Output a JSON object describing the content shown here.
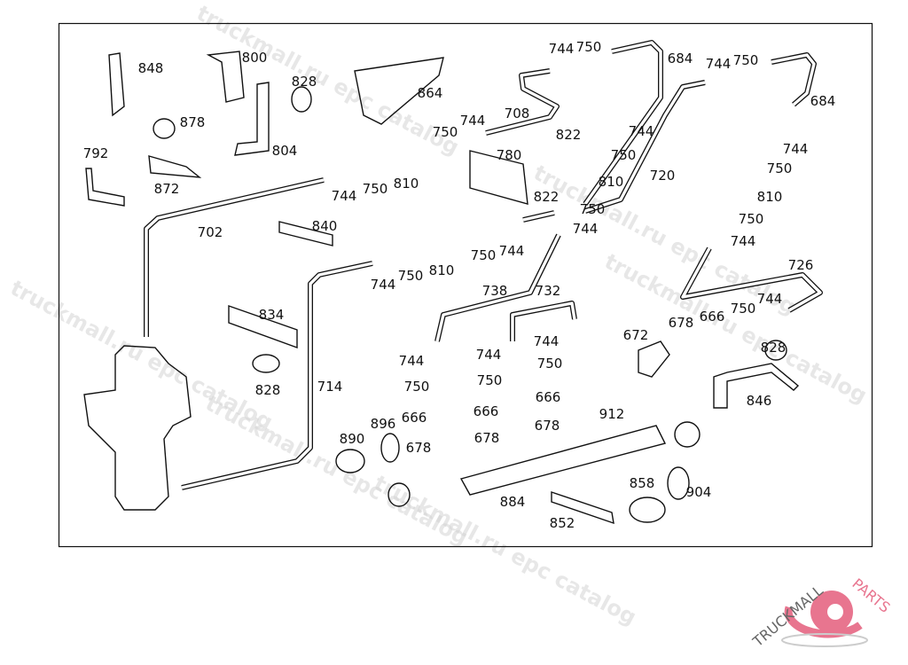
{
  "diagram": {
    "labels": [
      "848",
      "800",
      "828",
      "864",
      "878",
      "804",
      "792",
      "872",
      "744",
      "750",
      "684",
      "744",
      "750",
      "684",
      "708",
      "750",
      "744",
      "822",
      "780",
      "744",
      "750",
      "744",
      "750",
      "810",
      "720",
      "810",
      "822",
      "750",
      "750",
      "744",
      "744",
      "744",
      "750",
      "810",
      "840",
      "702",
      "750",
      "744",
      "744",
      "750",
      "810",
      "726",
      "738",
      "732",
      "834",
      "744",
      "750",
      "666",
      "678",
      "672",
      "744",
      "744",
      "744",
      "750",
      "828",
      "750",
      "750",
      "714",
      "828",
      "846",
      "666",
      "666",
      "666",
      "912",
      "678",
      "896",
      "890",
      "678",
      "678",
      "858",
      "904",
      "884",
      "852"
    ]
  },
  "watermark": {
    "text": "truckmall.ru epc catalog"
  },
  "logo": {
    "text_dark": "TRUCKMALL",
    "text_accent": "PARTS",
    "accent_color": "#e8758f",
    "dark_color": "#666666"
  }
}
